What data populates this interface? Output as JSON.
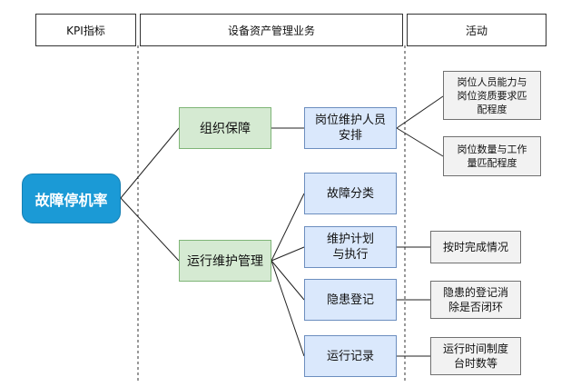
{
  "headers": {
    "kpi": "KPI指标",
    "business": "设备资产管理业务",
    "activity": "活动"
  },
  "root": {
    "label": "故障停机率"
  },
  "level1": [
    {
      "label": "组织保障"
    },
    {
      "label": "运行维护管理"
    }
  ],
  "level2": [
    {
      "line1": "岗位维护人员",
      "line2": "安排"
    },
    {
      "line1": "故障分类",
      "line2": ""
    },
    {
      "line1": "维护计划",
      "line2": "与执行"
    },
    {
      "line1": "隐患登记",
      "line2": ""
    },
    {
      "line1": "运行记录",
      "line2": ""
    }
  ],
  "activities": [
    {
      "line1": "岗位人员能力与",
      "line2": "岗位资质要求匹",
      "line3": "配程度"
    },
    {
      "line1": "岗位数量与工作",
      "line2": "量匹配程度",
      "line3": ""
    },
    {
      "line1": "按时完成情况",
      "line2": "",
      "line3": ""
    },
    {
      "line1": "隐患的登记消",
      "line2": "除是否闭环",
      "line3": ""
    },
    {
      "line1": "运行时间制度",
      "line2": "台时数等",
      "line3": ""
    }
  ]
}
